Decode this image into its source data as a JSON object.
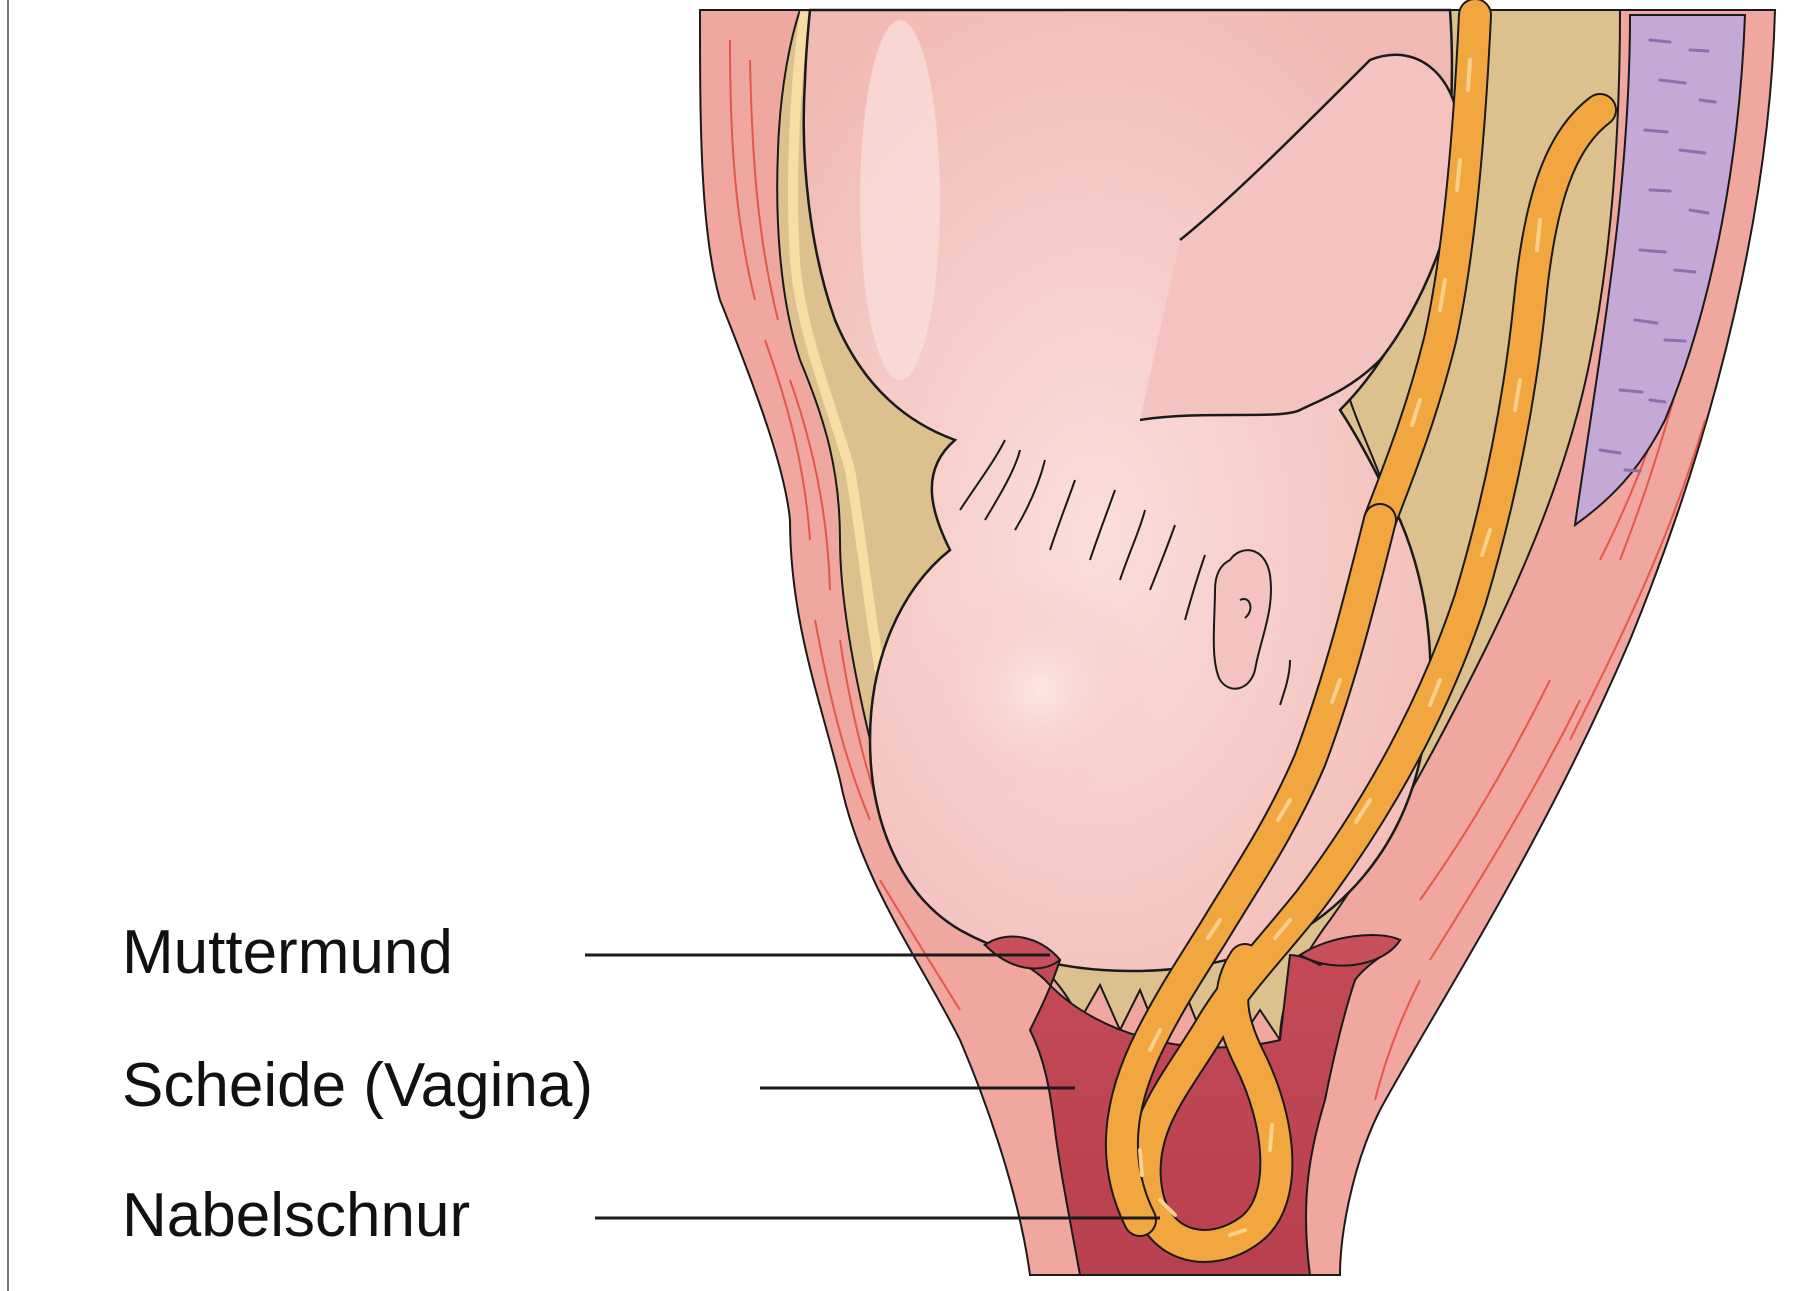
{
  "labels": {
    "muttermund": "Muttermund",
    "scheide": "Scheide (Vagina)",
    "nabelschnur": "Nabelschnur"
  },
  "colors": {
    "uterus_wall": "#efa7a0",
    "wall_lines": "#e4584a",
    "fetus_skin": "#f4c3bf",
    "amniotic_fluid": "#dcc08e",
    "amnion_edge": "#f7dca4",
    "cord": "#f2a640",
    "cord_highlight": "#fbd08a",
    "vagina": "#c8505c",
    "placenta": "#c4a8d6",
    "outline": "#1a1a1a"
  }
}
